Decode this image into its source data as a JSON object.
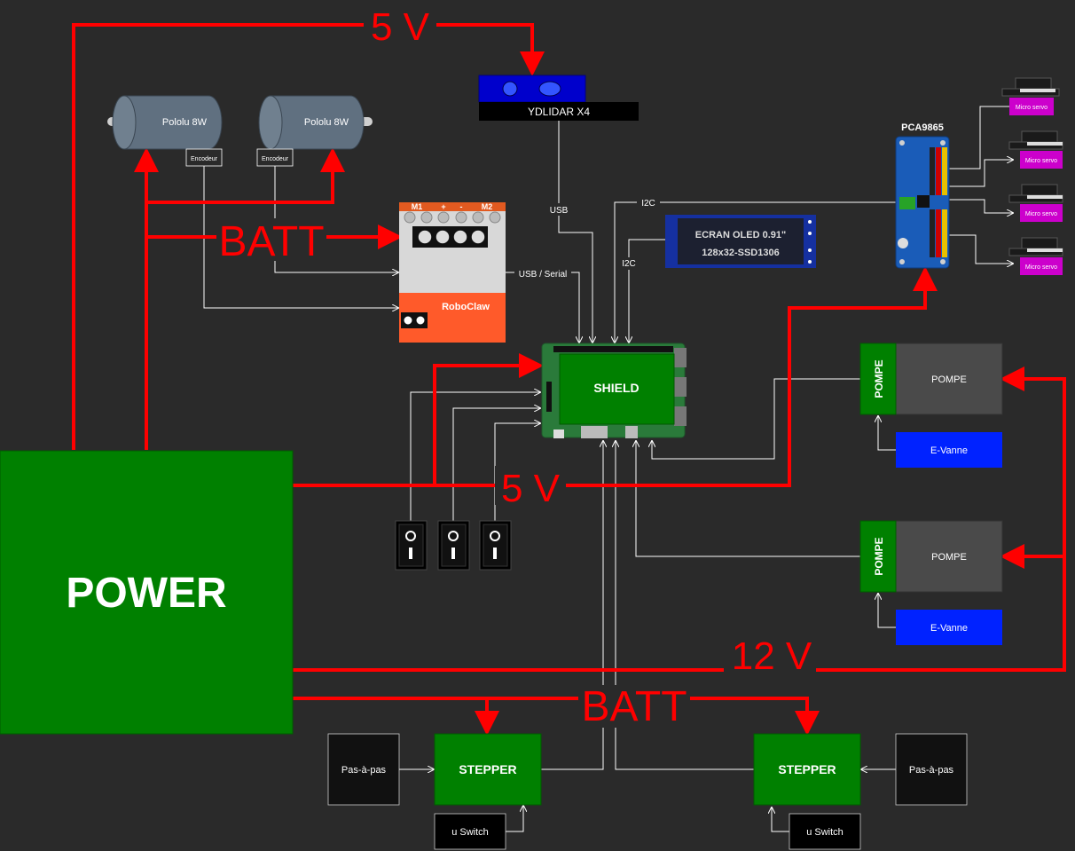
{
  "labels": {
    "five_v_top": "5 V",
    "five_v_mid": "5 V",
    "batt_left": "BATT",
    "batt_bottom": "BATT",
    "twelve_v": "12 V"
  },
  "motors": [
    {
      "label": "Pololu 8W",
      "encoder": "Encodeur"
    },
    {
      "label": "Pololu 8W",
      "encoder": "Encodeur"
    }
  ],
  "lidar": {
    "label": "YDLIDAR X4",
    "link": "USB"
  },
  "roboclaw": {
    "label": "RoboClaw",
    "terminals": [
      "M1",
      "+",
      "-",
      "M2"
    ],
    "link": "USB / Serial"
  },
  "oled": {
    "line1": "ECRAN OLED 0.91\"",
    "line2": "128x32-SSD1306",
    "link": "I2C"
  },
  "pca": {
    "label": "PCA9865",
    "link": "I2C"
  },
  "servos": [
    "Micro servo",
    "Micro servo",
    "Micro servo",
    "Micro servo"
  ],
  "shield": {
    "label": "SHIELD"
  },
  "power": {
    "label": "POWER"
  },
  "pumps": [
    {
      "tag": "POMPE",
      "label": "POMPE",
      "valve": "E-Vanne"
    },
    {
      "tag": "POMPE",
      "label": "POMPE",
      "valve": "E-Vanne"
    }
  ],
  "steppers": [
    {
      "label": "STEPPER",
      "motor": "Pas-à-pas",
      "switch": "u Switch"
    },
    {
      "label": "STEPPER",
      "motor": "Pas-à-pas",
      "switch": "u Switch"
    }
  ],
  "colors": {
    "background": "#2a2a2a",
    "power_line": "#ff0000",
    "signal_line": "#ffffff",
    "module_green": "#008000",
    "valve_blue": "#0022ff",
    "lidar_blue": "#0000cc",
    "roboclaw_orange": "#ff5a2a",
    "servo_magenta": "#cc00cc"
  }
}
